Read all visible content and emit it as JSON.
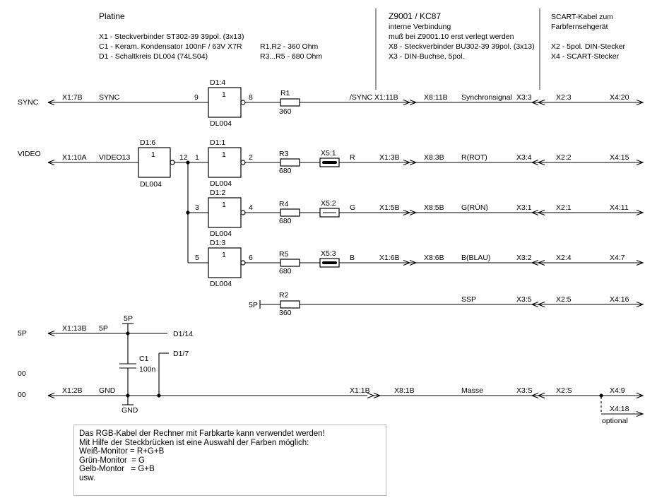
{
  "header": {
    "platine": {
      "title": "Platine",
      "lines": [
        "X1 - Steckverbinder ST302-39 39pol. (3x13)",
        "C1 - Keram. Kondensator 100nF / 63V  X7R",
        "D1 - Schaltkreis DL004 (74LS04)"
      ],
      "res_lines": [
        "R1,R2 - 360 Ohm",
        "R3...R5 - 680 Ohm"
      ]
    },
    "z9001": {
      "title": "Z9001 / KC87",
      "lines": [
        "interne Verbindung",
        "muß bei Z9001.10 erst verlegt werden",
        "X8 - Steckverbinder BU302-39 39pol. (3x13)",
        "X3 - DIN-Buchse, 5pol."
      ]
    },
    "scart": {
      "title_lines": [
        "SCART-Kabel zum",
        "Farbfernsehgerät"
      ],
      "lines": [
        "X2 - 5pol. DIN-Stecker",
        "X4 - SCART-Stecker"
      ]
    }
  },
  "signals": {
    "sync": "SYNC",
    "video": "VIDEO",
    "p5": "5P",
    "g00a": "00",
    "g00b": "00"
  },
  "sync_row": {
    "x1": "X1:7B",
    "name": "SYNC",
    "pin_in": "9",
    "gate": "D1:4",
    "gate_label": "1",
    "pin_out": "8",
    "ic": "DL004",
    "res": "R1",
    "res_val": "360",
    "sig": "/SYNC",
    "x1b": "X1:11B",
    "x8": "X8:11B",
    "desc": "Synchronsignal",
    "x3": "X3:3",
    "x2": "X2:3",
    "x4": "X4:20"
  },
  "video_row": {
    "x1": "X1:10A",
    "name": "VIDEO13",
    "gate6": "D1:6",
    "gate6_label": "1",
    "ic6": "DL004",
    "pin12": "12"
  },
  "color_rows": [
    {
      "pin_in": "1",
      "gate": "D1:1",
      "gate_label": "1",
      "pin_out": "2",
      "ic": "DL004",
      "res": "R3",
      "res_val": "680",
      "bridge": "X5:1",
      "color": "R",
      "x1": "X1:3B",
      "x8": "X8:3B",
      "desc": "R(ROT)",
      "x3": "X3:4",
      "x2": "X2:2",
      "x4": "X4:15"
    },
    {
      "pin_in": "3",
      "gate": "D1:2",
      "gate_label": "1",
      "pin_out": "4",
      "ic": "DL004",
      "res": "R4",
      "res_val": "680",
      "bridge": "X5:2",
      "color": "G",
      "x1": "X1:5B",
      "x8": "X8:5B",
      "desc": "G(RÜN)",
      "x3": "X3:1",
      "x2": "X2:1",
      "x4": "X4:11"
    },
    {
      "pin_in": "5",
      "gate": "D1:3",
      "gate_label": "1",
      "pin_out": "6",
      "ic": "DL004",
      "res": "R5",
      "res_val": "680",
      "bridge": "X5:3",
      "color": "B",
      "x1": "X1:6B",
      "x8": "X8:6B",
      "desc": "B(BLAU)",
      "x3": "X3:2",
      "x2": "X2:4",
      "x4": "X4:7"
    }
  ],
  "ssp_row": {
    "src": "5P",
    "res": "R2",
    "res_val": "360",
    "desc": "SSP",
    "x3": "X3:5",
    "x2": "X2:5",
    "x4": "X4:16"
  },
  "power": {
    "x1": "X1:13B",
    "name": "5P",
    "node": "5P",
    "d1_14": "D1/14",
    "cap": "C1",
    "cap_val": "100n",
    "d1_7": "D1/7"
  },
  "gnd_row": {
    "x1": "X1:2B",
    "name": "GND",
    "gnd_symbol": "GND",
    "x1b": "X1:1B",
    "x8": "X8:1B",
    "desc": "Masse",
    "x3": "X3:S",
    "x2": "X2:S",
    "x4": "X4:9",
    "x4_opt": "X4:18",
    "optional": "optional"
  },
  "note": {
    "lines": [
      "Das RGB-Kabel der Rechner mit Farbkarte kann verwendet werden!",
      "Mit Hilfe der Steckbrücken ist eine Auswahl der Farben möglich:",
      "Weiß-Monitor = R+G+B",
      "Grün-Monitor  = G",
      "Gelb-Montor   = G+B",
      "usw."
    ]
  }
}
